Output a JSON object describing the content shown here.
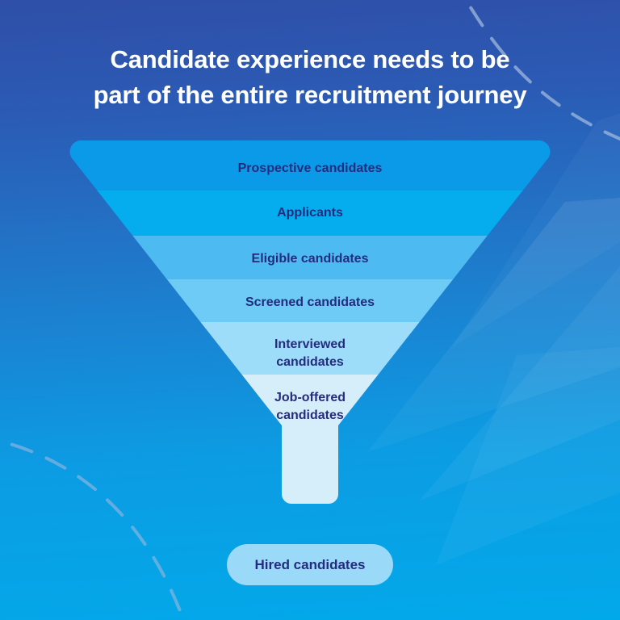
{
  "title": {
    "line1": "Candidate experience needs to be",
    "line2": "part of the entire recruitment journey"
  },
  "funnel": {
    "stages": [
      {
        "label": "Prospective candidates",
        "color": "#0A9AE8",
        "text_color": "#252C7E"
      },
      {
        "label": "Applicants",
        "color": "#05ADEE",
        "text_color": "#252C7E"
      },
      {
        "label": "Eligible candidates",
        "color": "#4DBBF2",
        "text_color": "#252C7E"
      },
      {
        "label": "Screened candidates",
        "color": "#6DCBF5",
        "text_color": "#252C7E"
      },
      {
        "label": "Interviewed\ncandidates",
        "color": "#9EDDF9",
        "text_color": "#252C7E"
      },
      {
        "label": "Job-offered\ncandidates",
        "color": "#D6EDFA",
        "text_color": "#252C7E"
      }
    ],
    "stem_color": "#D6EDFA"
  },
  "outcome": {
    "label": "Hired candidates",
    "pill_color": "#9AD9F7",
    "text_color": "#252C7E"
  },
  "background": {
    "gradient_top": "#2F4FA8",
    "gradient_bottom": "#02A9EA",
    "arc_color": "#9FB8DE"
  }
}
